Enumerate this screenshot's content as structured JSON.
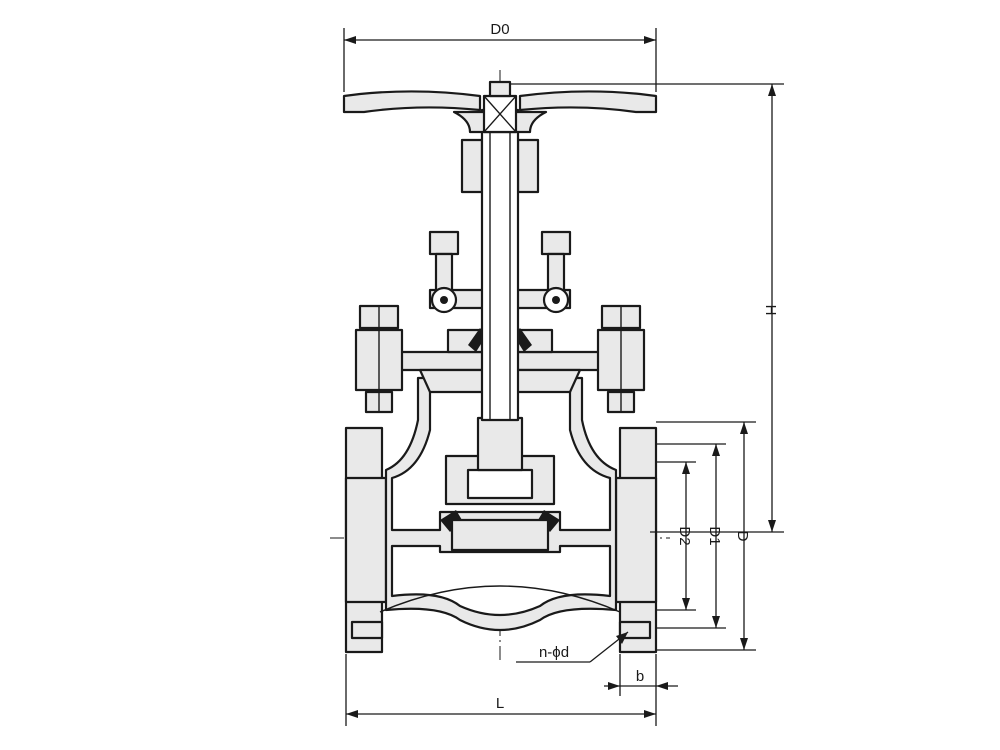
{
  "colors": {
    "line": "#1a1a1a",
    "fill": "#e9e9e9",
    "background": "#ffffff"
  },
  "labels": {
    "handwheel_diameter": "D0",
    "height": "H",
    "flange_outer_diameter": "D",
    "bolt_circle_diameter": "D1",
    "raised_face_diameter": "D2",
    "bolt_holes": "n-ϕd",
    "flange_thickness": "b",
    "face_to_face_length": "L"
  }
}
